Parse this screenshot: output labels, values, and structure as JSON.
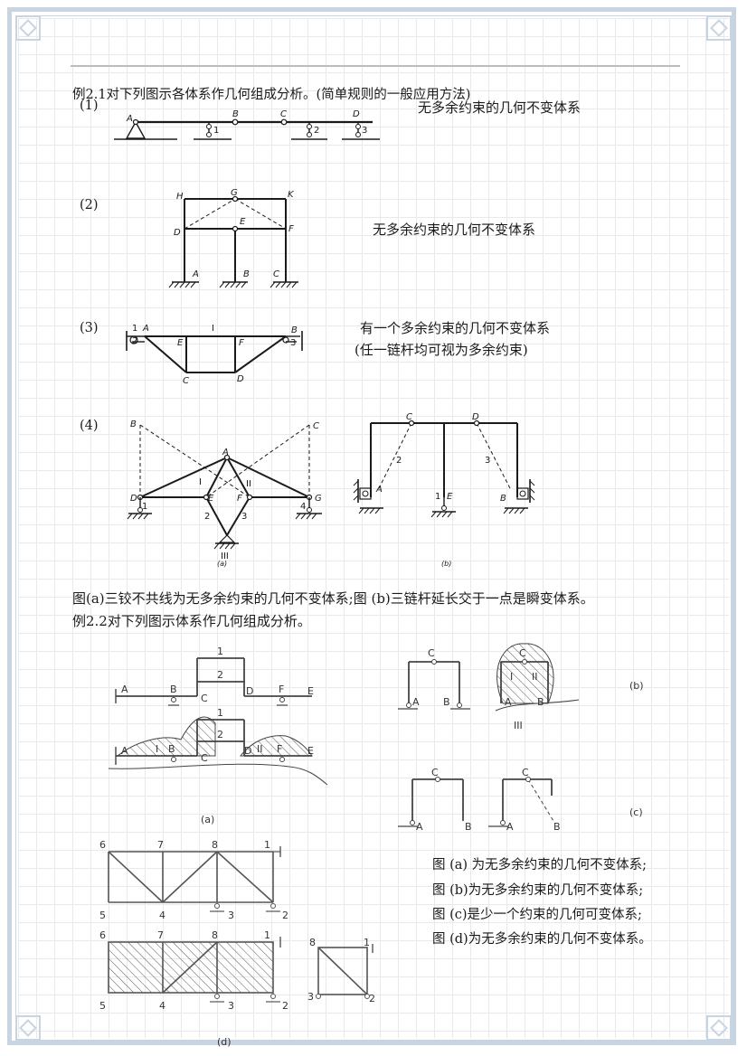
{
  "example1": {
    "title": "例2.1对下列图示各体系作几何组成分析。(简单规则的一般应用方法)",
    "items": [
      {
        "num": "(1)",
        "result": "无多余约束的几何不变体系"
      },
      {
        "num": "(2)",
        "result": "无多余约束的几何不变体系"
      },
      {
        "num": "(3)",
        "result": "有一个多余约束的几何不变体系",
        "note": "(任一链杆均可视为多余约束)"
      },
      {
        "num": "(4)"
      }
    ],
    "conclusion": "图(a)三铰不共线为无多余约束的几何不变体系;图 (b)三链杆延长交于一点是瞬变体系。"
  },
  "example2": {
    "title": "例2.2对下列图示体系作几何组成分析。",
    "results": [
      "图 (a) 为无多余约束的几何不变体系;",
      "图 (b)为无多余约束的几何不变体系;",
      "图 (c)是少一个约束的几何可变体系;",
      "图 (d)为无多余约束的几何不变体系。"
    ]
  },
  "labels": {
    "f1": {
      "A": "A",
      "B": "B",
      "C": "C",
      "D": "D",
      "n1": "1",
      "n2": "2",
      "n3": "3"
    },
    "f2": {
      "H": "H",
      "G": "G",
      "K": "K",
      "D": "D",
      "E": "E",
      "F": "F",
      "A": "A",
      "B": "B",
      "C": "C"
    },
    "f3": {
      "n1": "1",
      "A": "A",
      "n2": "2",
      "I": "I",
      "B": "B",
      "n3": "3",
      "E": "E",
      "F": "F",
      "C": "C",
      "D": "D"
    },
    "f4a": {
      "B": "B",
      "C": "C",
      "A": "A",
      "I": "I",
      "II": "II",
      "D": "D",
      "n1": "1",
      "E": "E",
      "F": "F",
      "G": "G",
      "n4": "4",
      "n2": "2",
      "n3": "3",
      "III": "III",
      "cap": "(a)"
    },
    "f4b": {
      "C": "C",
      "D": "D",
      "n2": "2",
      "n3": "3",
      "A": "A",
      "n1": "1",
      "E": "E",
      "B": "B",
      "cap": "(b)"
    },
    "e2a": {
      "n1": "1",
      "n2": "2",
      "A": "A",
      "B": "B",
      "C": "C",
      "D": "D",
      "F": "F",
      "E": "E",
      "I": "I",
      "II": "II",
      "cap": "(a)"
    },
    "e2b": {
      "C": "C",
      "A": "A",
      "B": "B",
      "I": "I",
      "II": "II",
      "III": "III",
      "cap": "(b)"
    },
    "e2c": {
      "C": "C",
      "A": "A",
      "B": "B",
      "cap": "(c)"
    },
    "e2d": {
      "n6": "6",
      "n7": "7",
      "n8": "8",
      "n1": "1",
      "n5": "5",
      "n4": "4",
      "n3": "3",
      "n2": "2",
      "cap": "(d)"
    }
  },
  "colors": {
    "frame": "#c8d4e2",
    "grid": "#e6eaf0",
    "line": "#1a1a1a",
    "hinge": "#555555"
  }
}
